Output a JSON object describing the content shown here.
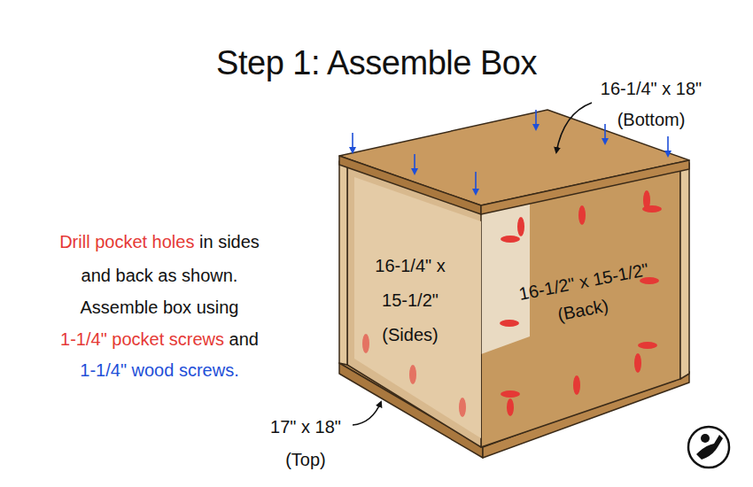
{
  "diagram": {
    "title": "Step 1: Assemble Box",
    "labels": [
      "16-1/4\" x 18\"",
      "(Bottom)",
      "Drill pocket holes",
      "in sides",
      "and back as shown.",
      "Assemble box using",
      "1-1/4\" pocket screws",
      "and",
      "1-1/4\" wood screws.",
      "16-1/4\" x",
      "15-1/2\"",
      "(Sides)",
      "16-1/2\" x 15-1/2\"",
      "(Back)",
      "17\" x 18\"",
      "(Top)"
    ]
  }
}
